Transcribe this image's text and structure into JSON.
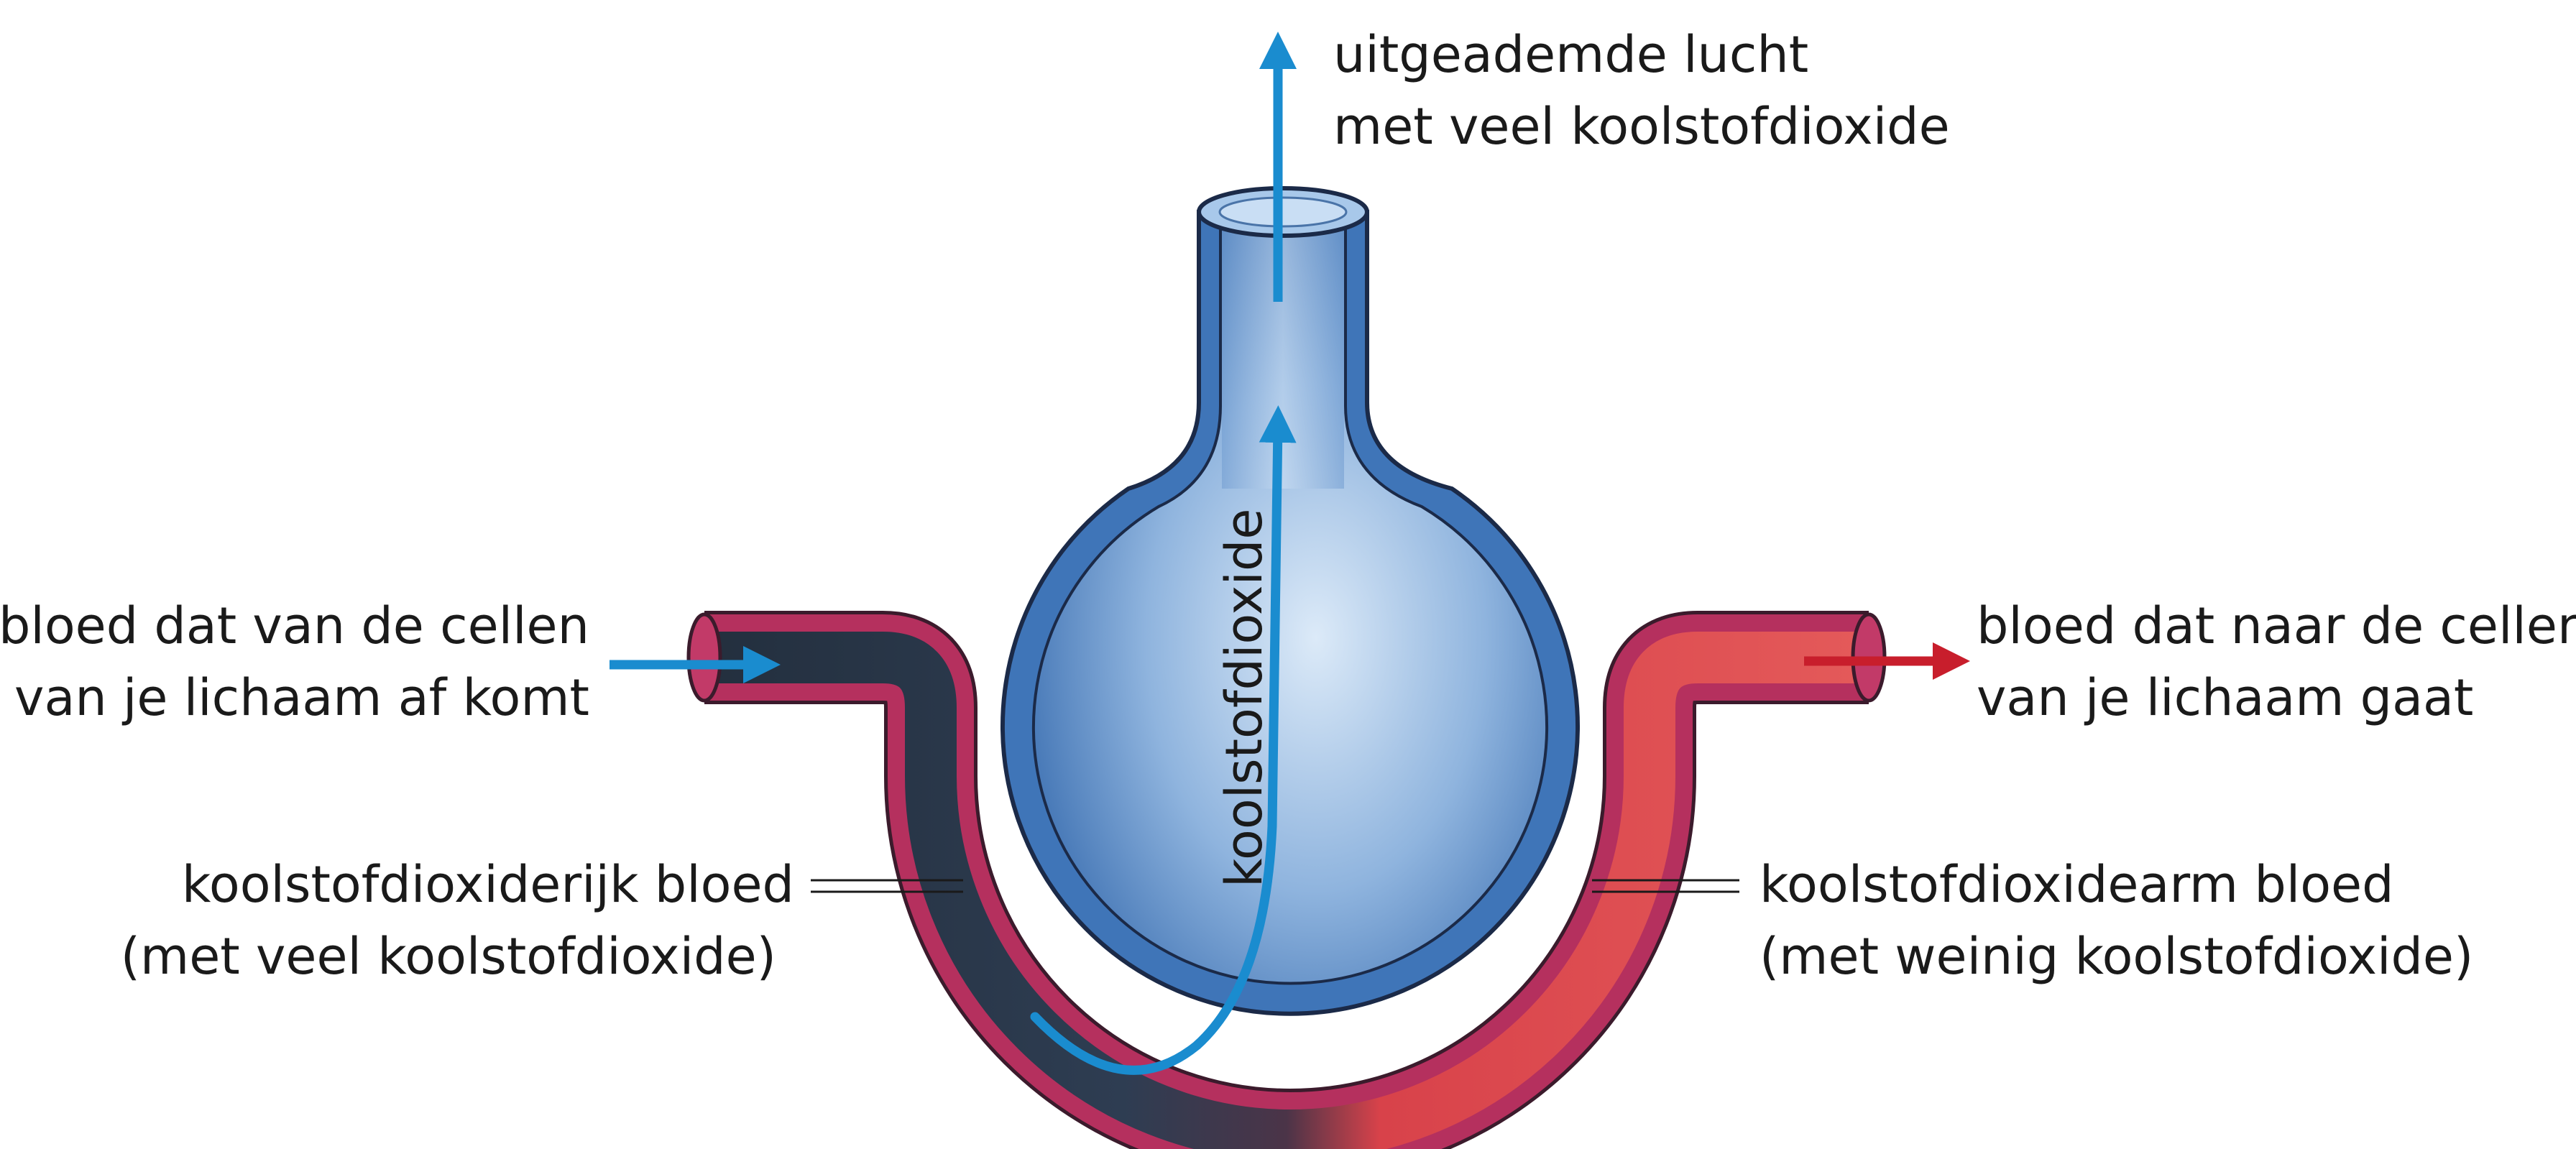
{
  "labels": {
    "exhaled_air": {
      "line1": "uitgeademde lucht",
      "line2": "met veel koolstofdioxide"
    },
    "blood_from_cells": {
      "line1": "bloed dat van de cellen",
      "line2": "van je lichaam af komt"
    },
    "blood_to_cells": {
      "line1": "bloed dat naar de cellen",
      "line2": "van je lichaam gaat"
    },
    "co2_rich_blood": {
      "line1": "koolstofdioxiderijk bloed",
      "line2": "(met veel koolstofdioxide)"
    },
    "co2_poor_blood": {
      "line1": "koolstofdioxidearm bloed",
      "line2": "(met weinig koolstofdioxide)"
    },
    "co2_flow": "koolstofdioxide"
  },
  "colors": {
    "arrow_blue": "#1a8ccf",
    "arrow_red": "#c81e2c",
    "alveolus_blue": "#3f75b8",
    "vessel_wall": "#b5305e",
    "deoxygenated_blood": "#2a3a4c",
    "oxygenated_blood": "#e04a4e"
  }
}
